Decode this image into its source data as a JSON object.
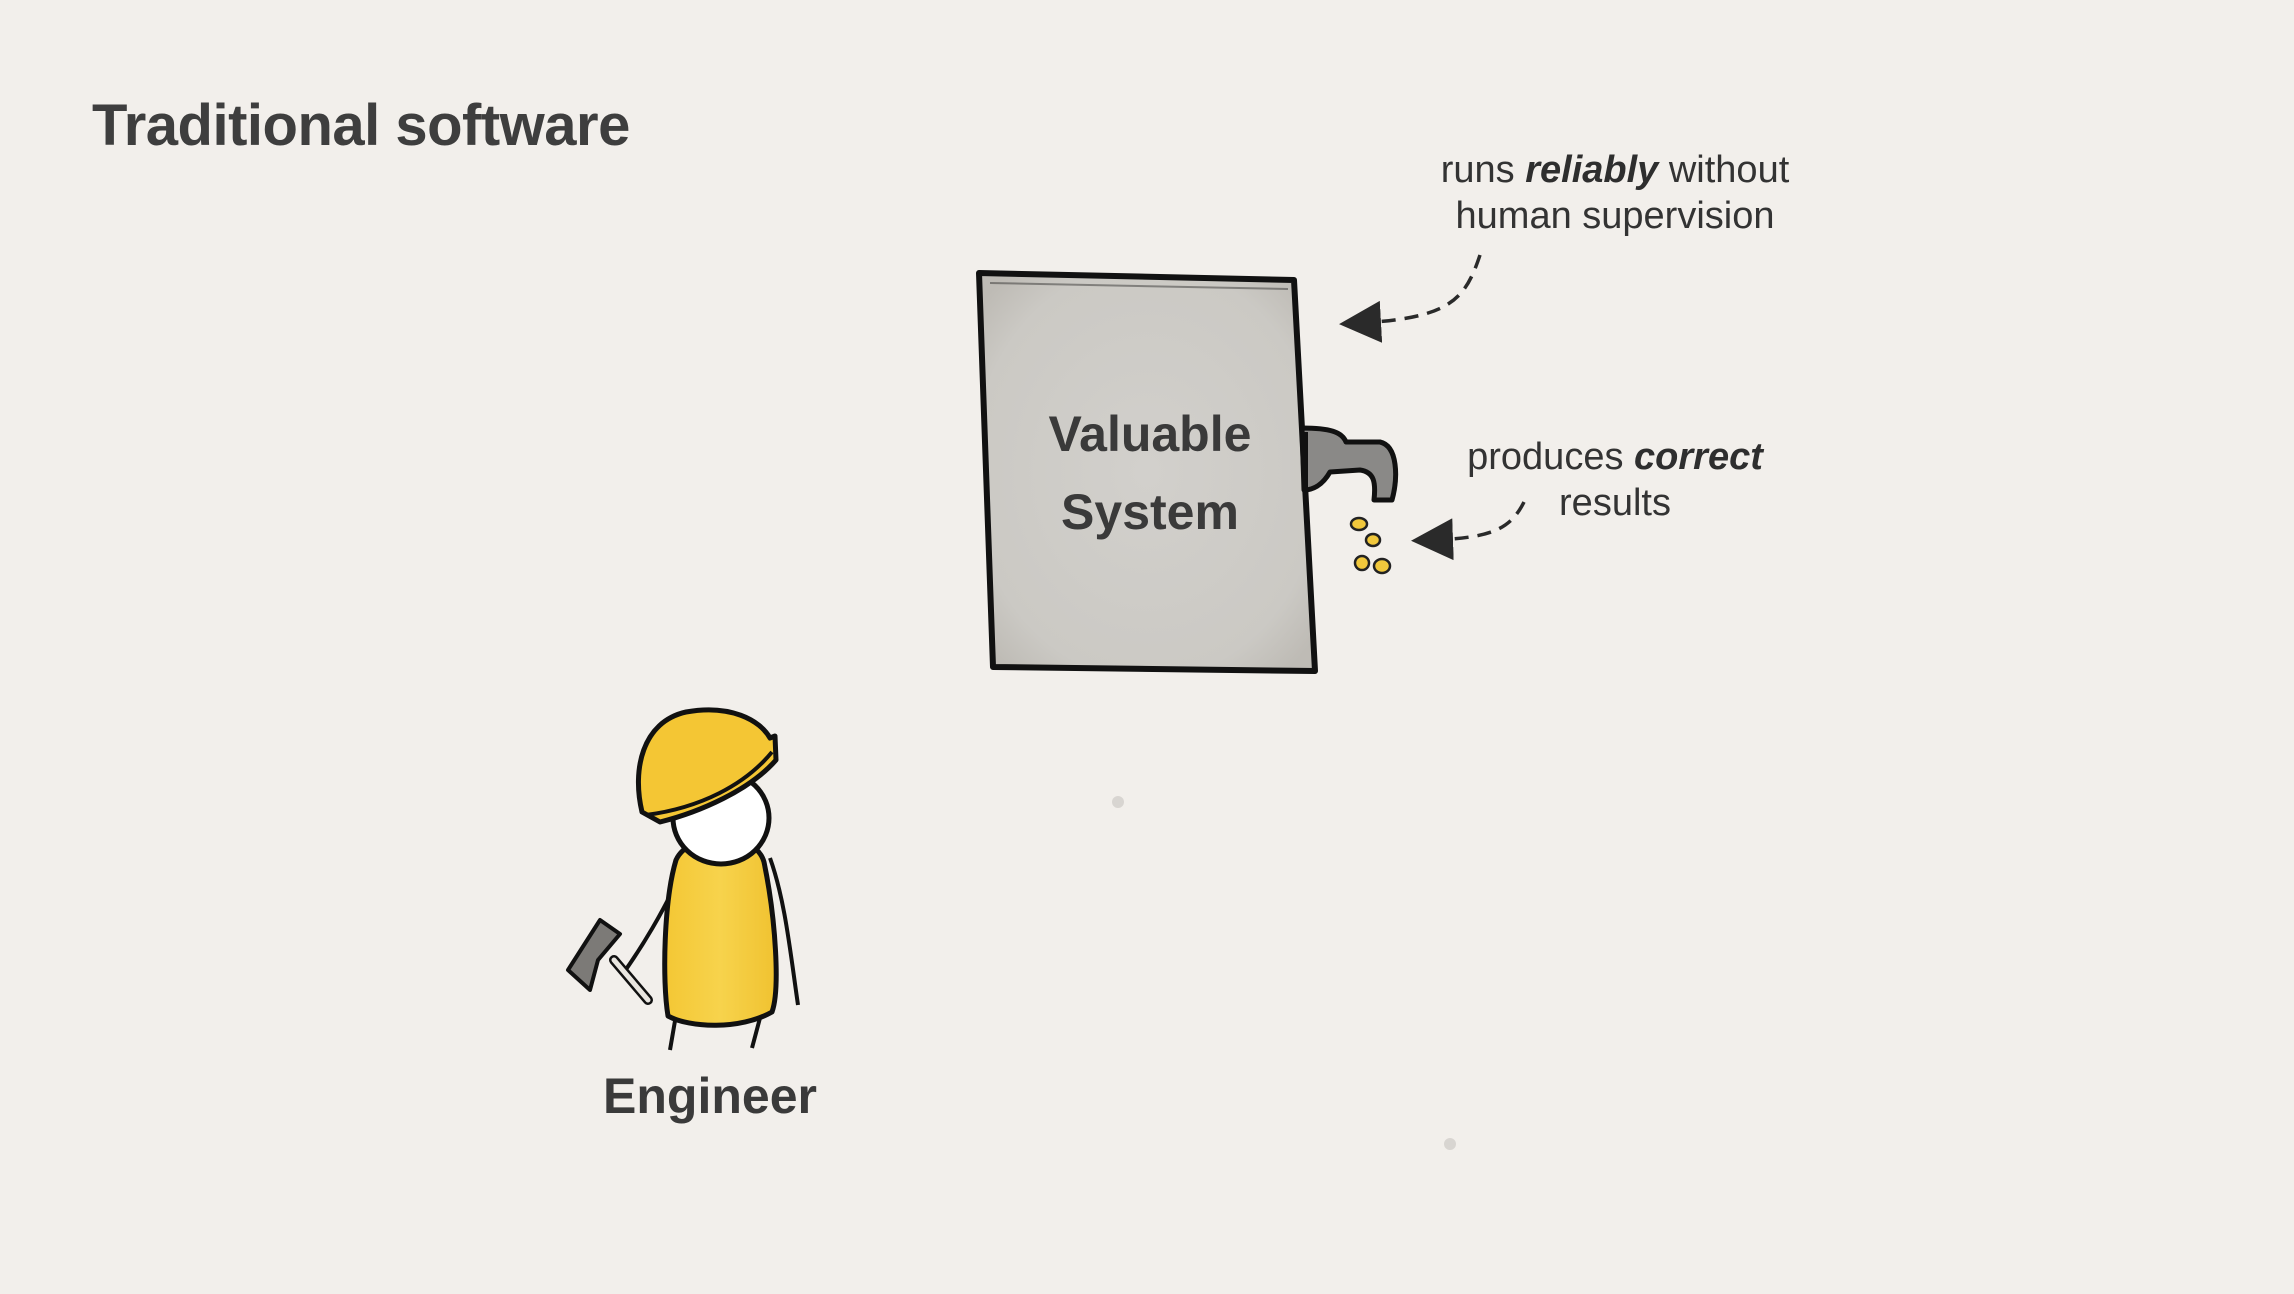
{
  "slide": {
    "title": "Traditional software"
  },
  "system": {
    "line1": "Valuable",
    "line2": "System"
  },
  "notes": {
    "reliability": {
      "before": "runs ",
      "emphasis": "reliably",
      "after": " without",
      "line2": "human supervision"
    },
    "correctness": {
      "before": "produces ",
      "emphasis": "correct",
      "line2": "results"
    }
  },
  "engineer": {
    "label": "Engineer"
  },
  "colors": {
    "background": "#f2efeb",
    "box_fill": "#cdcbc7",
    "accent_yellow": "#f5c83a",
    "ink": "#111111"
  },
  "icons": [
    "pipe-spout-icon",
    "hard-hat-icon",
    "hammer-icon",
    "gold-nugget-icon"
  ]
}
